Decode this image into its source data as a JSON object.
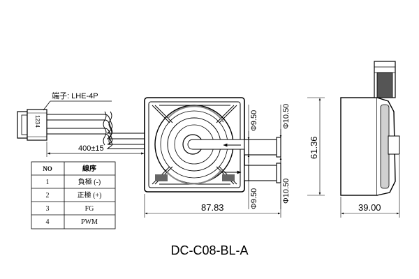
{
  "connector_label": "端子: LHE-4P",
  "connector_pins": "1234",
  "cable_length": "400±15",
  "dimensions": {
    "width": "87.83",
    "height": "61.36",
    "depth": "39.00",
    "outlet_diameter": "Φ9.50",
    "outlet_outer_diameter": "Φ10.50",
    "inlet_diameter": "Φ9.50",
    "inlet_outer_diameter": "Φ10.50"
  },
  "pin_table": {
    "headers": [
      "NO",
      "線序"
    ],
    "rows": [
      [
        "1",
        "負極 (-)"
      ],
      [
        "2",
        "正極 (+)"
      ],
      [
        "3",
        "FG"
      ],
      [
        "4",
        "PWM"
      ]
    ]
  },
  "model_name": "DC-C08-BL-A"
}
